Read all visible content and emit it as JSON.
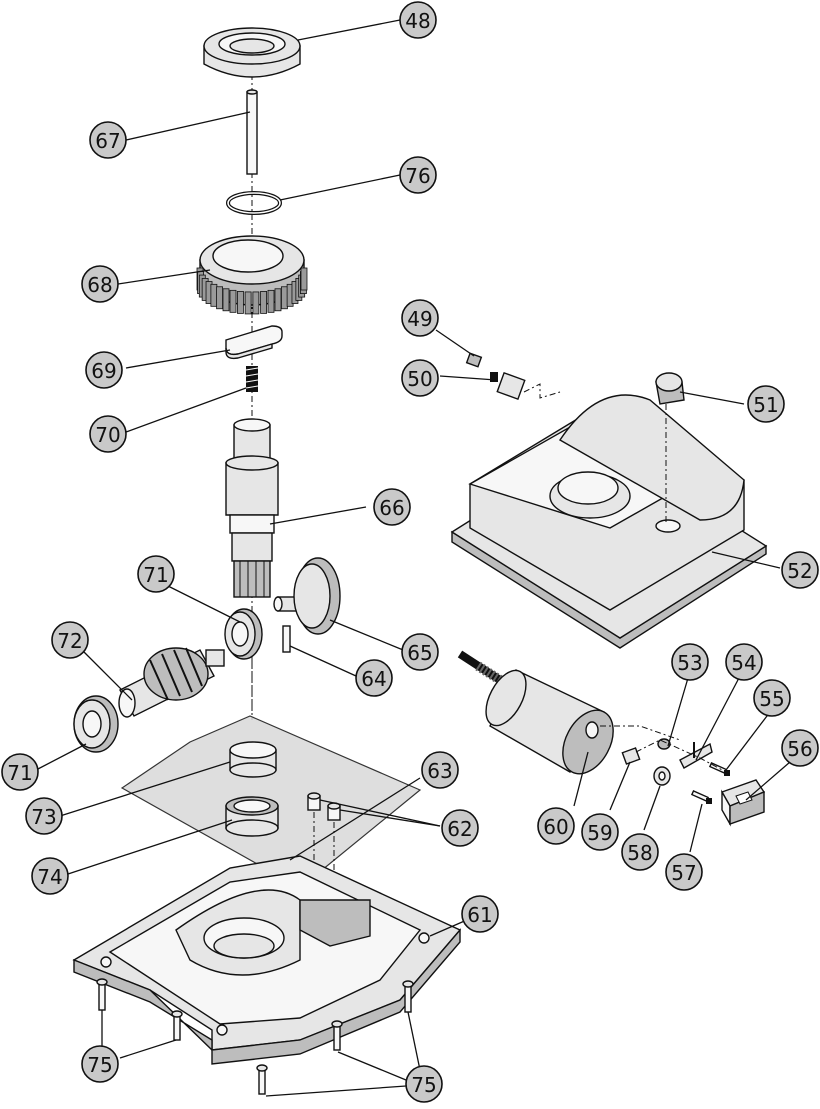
{
  "callouts": [
    {
      "id": "c48",
      "text": "48"
    },
    {
      "id": "c67",
      "text": "67"
    },
    {
      "id": "c76",
      "text": "76"
    },
    {
      "id": "c68",
      "text": "68"
    },
    {
      "id": "c69",
      "text": "69"
    },
    {
      "id": "c70",
      "text": "70"
    },
    {
      "id": "c66",
      "text": "66"
    },
    {
      "id": "c71a",
      "text": "71"
    },
    {
      "id": "c65",
      "text": "65"
    },
    {
      "id": "c72",
      "text": "72"
    },
    {
      "id": "c64",
      "text": "64"
    },
    {
      "id": "c71b",
      "text": "71"
    },
    {
      "id": "c73",
      "text": "73"
    },
    {
      "id": "c63",
      "text": "63"
    },
    {
      "id": "c62",
      "text": "62"
    },
    {
      "id": "c74",
      "text": "74"
    },
    {
      "id": "c61",
      "text": "61"
    },
    {
      "id": "c75a",
      "text": "75"
    },
    {
      "id": "c75b",
      "text": "75"
    },
    {
      "id": "c49",
      "text": "49"
    },
    {
      "id": "c50",
      "text": "50"
    },
    {
      "id": "c51",
      "text": "51"
    },
    {
      "id": "c52",
      "text": "52"
    },
    {
      "id": "c53",
      "text": "53"
    },
    {
      "id": "c54",
      "text": "54"
    },
    {
      "id": "c55",
      "text": "55"
    },
    {
      "id": "c56",
      "text": "56"
    },
    {
      "id": "c60",
      "text": "60"
    },
    {
      "id": "c59",
      "text": "59"
    },
    {
      "id": "c58",
      "text": "58"
    },
    {
      "id": "c57",
      "text": "57"
    }
  ]
}
